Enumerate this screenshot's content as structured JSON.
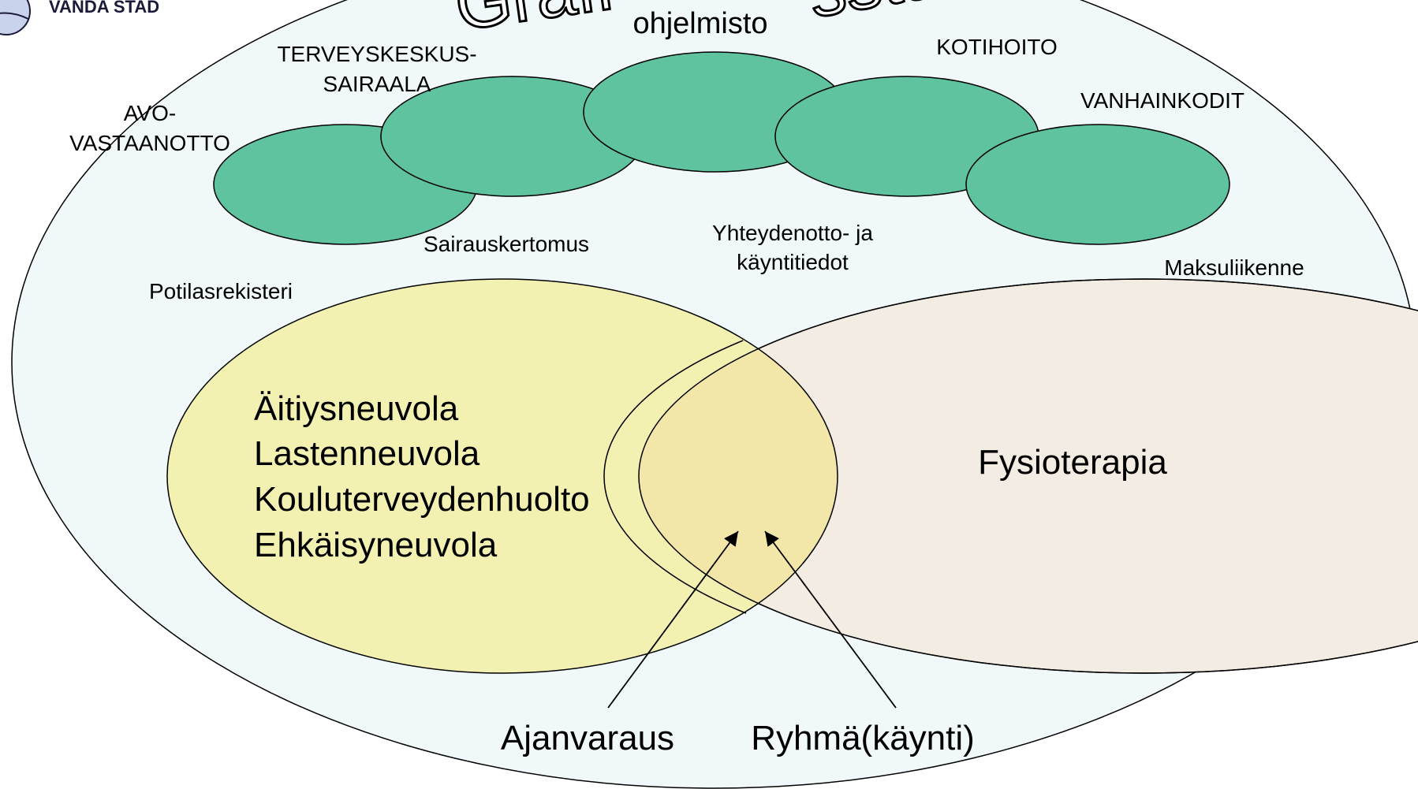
{
  "logo": {
    "text": "VANDA STAD"
  },
  "title": {
    "partial_left": "Grafi",
    "partial_right": "sstar"
  },
  "modules": {
    "ohjelmisto": "ohjelmisto",
    "terveyskeskus_line1": "TERVEYSKESKUS-",
    "terveyskeskus_line2": "SAIRAALA",
    "avo_line1": "AVO-",
    "avo_line2": "VASTAANOTTO",
    "kotihoito": "KOTIHOITO",
    "vanhainkodit": "VANHAINKODIT"
  },
  "labels": {
    "sairauskertomus": "Sairauskertomus",
    "yhteydenotto_line1": "Yhteydenotto- ja",
    "yhteydenotto_line2": "käyntitiedot",
    "maksuliikenne": "Maksuliikenne",
    "potilasrekisteri": "Potilasrekisteri"
  },
  "left_set": [
    "Äitiysneuvola",
    "Lastenneuvola",
    "Kouluterveydenhuolto",
    "Ehkäisyneuvola"
  ],
  "right_set": "Fysioterapia",
  "arrows": {
    "left": "Ajanvaraus",
    "right": "Ryhmä(käynti)"
  },
  "colors": {
    "module_fill": "#5fc3a0",
    "outer_fill": "#f0f8fa",
    "left_fill": "#f2f1b2",
    "right_fill": "#f3ece2",
    "overlap_fill": "#f2e6a8"
  }
}
